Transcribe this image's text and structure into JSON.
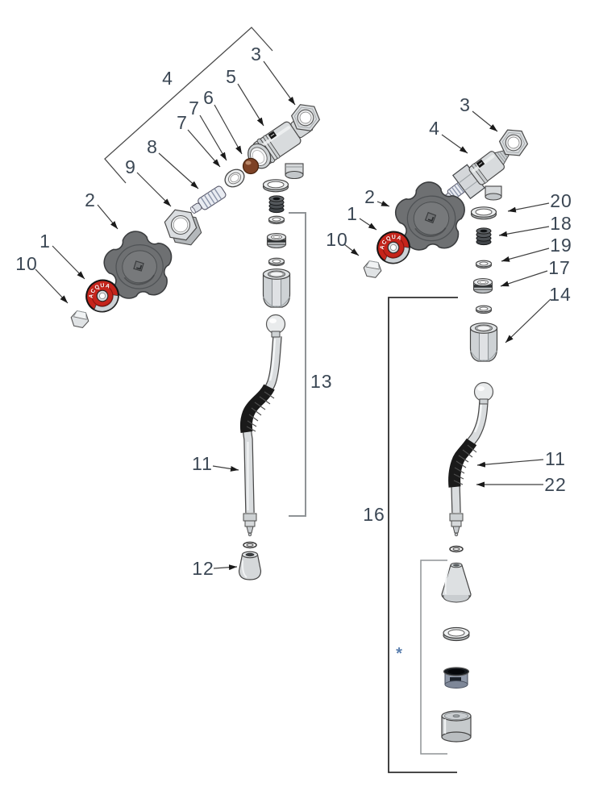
{
  "decal": {
    "text": "ACQUA"
  },
  "callouts": {
    "c1": "1",
    "c2": "2",
    "c3": "3",
    "c4": "4",
    "c5": "5",
    "c6": "6",
    "c7": "7",
    "c8": "8",
    "c9": "9",
    "c10": "10",
    "c11": "11",
    "c12": "12",
    "c13": "13",
    "c14": "14",
    "c16": "16",
    "c17": "17",
    "c18": "18",
    "c19": "19",
    "c20": "20",
    "c22": "22",
    "asterisk": "*"
  },
  "colors": {
    "decal_red": "#c5241b",
    "knob_gray": "#6e7072",
    "seal_brown": "#7d4226",
    "grip_black": "#1a1a1a",
    "label_ink": "#3b4754",
    "asterisk_blue": "#5b7fae",
    "metal_light": "#d8dbdd",
    "line_dark": "#3f3f3f"
  }
}
